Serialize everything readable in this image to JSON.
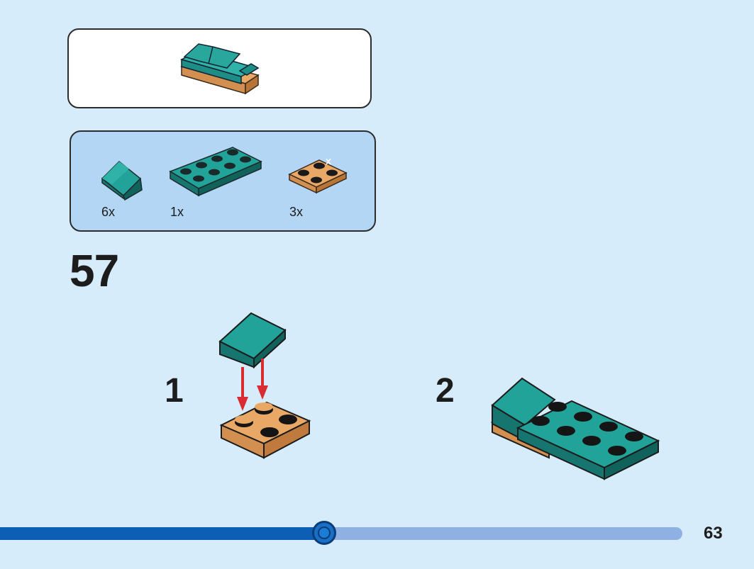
{
  "colors": {
    "background": "#d6ecfa",
    "parts_panel": "#b3d6f4",
    "teal": "#22a39a",
    "teal_dark": "#17756f",
    "tan": "#eaa867",
    "tan_dark": "#c07a3e",
    "arrow": "#d92b32",
    "progress_done": "#0d5fb5",
    "progress_remaining": "#8fb0e2"
  },
  "preview": {
    "icon": "sofa-assembly-icon"
  },
  "parts": [
    {
      "icon": "teal-slope-brick-icon",
      "qty": "6x"
    },
    {
      "icon": "teal-2x4-plate-icon",
      "qty": "1x"
    },
    {
      "icon": "tan-2x2-plate-icon",
      "qty": "3x"
    }
  ],
  "step": {
    "number": "57"
  },
  "substeps": [
    {
      "number": "1",
      "icon": "slope-onto-tan-plate-icon"
    },
    {
      "number": "2",
      "icon": "slope-with-plate-icon"
    }
  ],
  "progress": {
    "fraction": 0.475
  },
  "page": {
    "number": "63"
  }
}
